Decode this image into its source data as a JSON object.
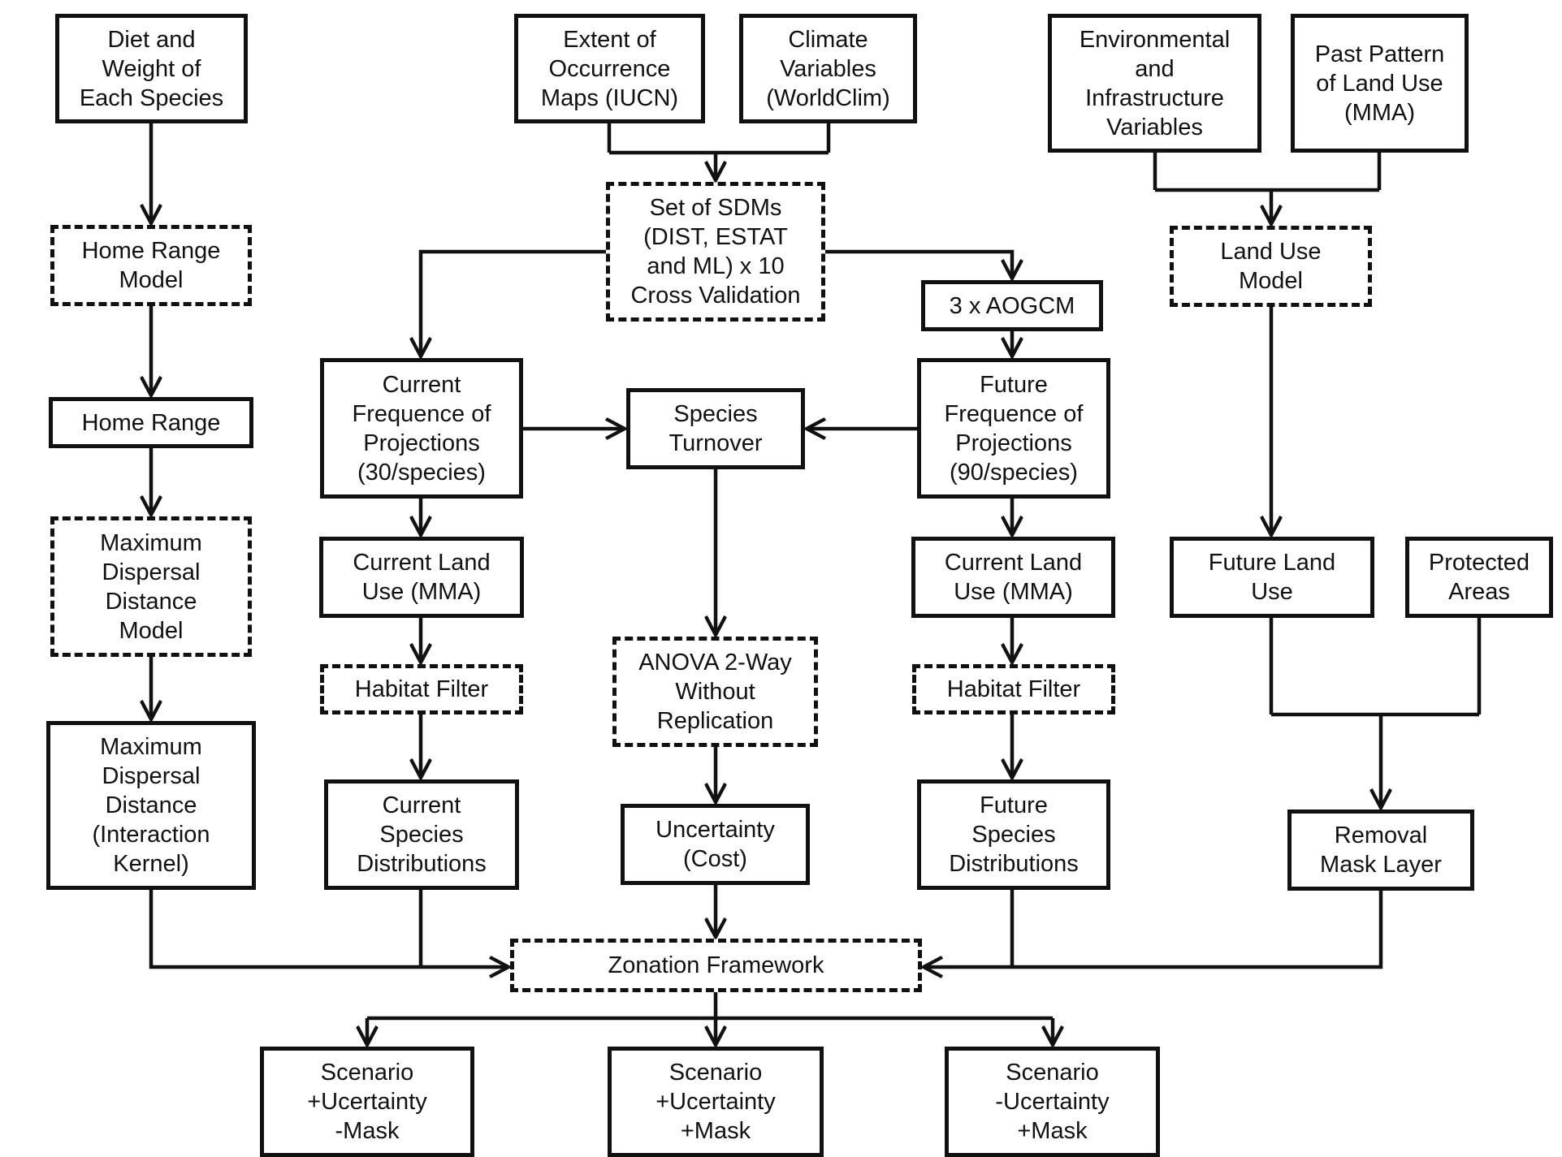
{
  "colors": {
    "stroke": "#111111",
    "background": "#ffffff"
  },
  "nodes": {
    "diet": "Diet and\nWeight of\nEach Species",
    "eoo": "Extent of\nOccurrence\nMaps (IUCN)",
    "climate": "Climate\nVariables\n(WorldClim)",
    "env": "Environmental\nand\nInfrastructure\nVariables",
    "past": "Past Pattern\nof Land Use\n(MMA)",
    "home_range_model": "Home Range\nModel",
    "sdms": "Set of SDMs\n(DIST, ESTAT\nand ML) x 10\nCross Validation",
    "land_use_model": "Land Use\nModel",
    "aogcm": "3 x AOGCM",
    "home_range": "Home Range",
    "current_freq": "Current\nFrequence of\nProjections\n(30/species)",
    "turnover": "Species\nTurnover",
    "future_freq": "Future\nFrequence of\nProjections\n(90/species)",
    "max_disp_model": "Maximum\nDispersal\nDistance\nModel",
    "current_land_use": "Current Land\nUse (MMA)",
    "future_current_land_use": "Current Land\nUse (MMA)",
    "future_land_use": "Future Land\nUse",
    "protected_areas": "Protected\nAreas",
    "habitat_filter_current": "Habitat Filter",
    "anova": "ANOVA 2-Way\nWithout\nReplication",
    "habitat_filter_future": "Habitat Filter",
    "max_disp_kernel": "Maximum\nDispersal\nDistance\n(Interaction\nKernel)",
    "current_species": "Current\nSpecies\nDistributions",
    "uncertainty": "Uncertainty\n(Cost)",
    "future_species": "Future\nSpecies\nDistributions",
    "removal_mask": "Removal\nMask Layer",
    "zonation": "Zonation Framework",
    "scenario1": "Scenario\n+Ucertainty\n-Mask",
    "scenario2": "Scenario\n+Ucertainty\n+Mask",
    "scenario3": "Scenario\n-Ucertainty\n+Mask"
  }
}
